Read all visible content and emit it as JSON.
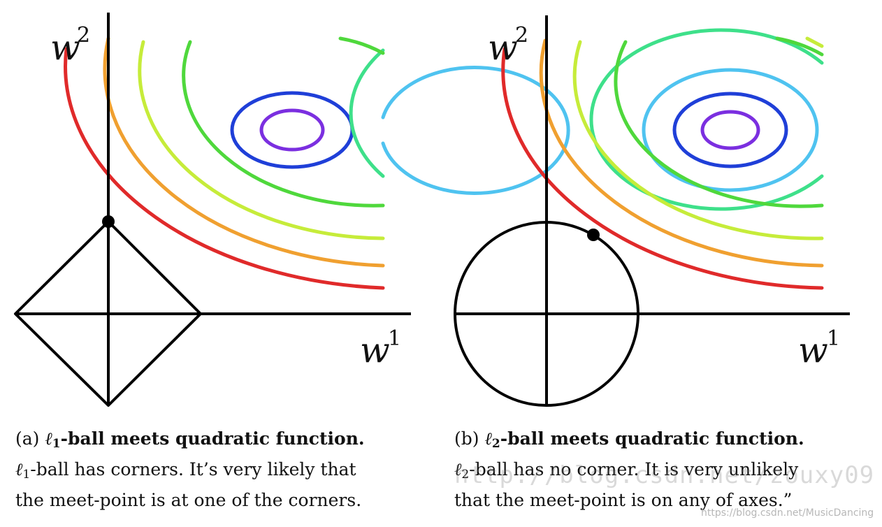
{
  "panel_a": {
    "y_axis_label": "w",
    "y_axis_sup": "2",
    "x_axis_label": "w",
    "x_axis_sup": "1",
    "caption": {
      "label": "(a)",
      "ell": "ℓ",
      "sub": "1",
      "bold_rest": "-ball meets quadratic function.",
      "line2_ell": "ℓ",
      "line2_sub": "1",
      "line2_rest": "-ball has corners. It’s very likely that",
      "line3": "the meet-point is at one of the corners."
    }
  },
  "panel_b": {
    "y_axis_label": "w",
    "y_axis_sup": "2",
    "x_axis_label": "w",
    "x_axis_sup": "1",
    "caption": {
      "label": "(b)",
      "ell": "ℓ",
      "sub": "2",
      "bold_rest": "-ball meets quadratic function.",
      "line2_ell": "ℓ",
      "line2_sub": "2",
      "line2_rest": "-ball has no corner. It is very unlikely",
      "line3": "that the meet-point is on any of axes.”"
    }
  },
  "contour_colors": [
    "#7b2fe0",
    "#1f3fd8",
    "#4fc3f0",
    "#3ee08a",
    "#4fd83c",
    "#c6ec3a",
    "#f0a030",
    "#e02a2a"
  ],
  "watermark": {
    "main": "http://blog.csdn.net/zouxy09",
    "corner": "https://blog.csdn.net/MusicDancing"
  }
}
